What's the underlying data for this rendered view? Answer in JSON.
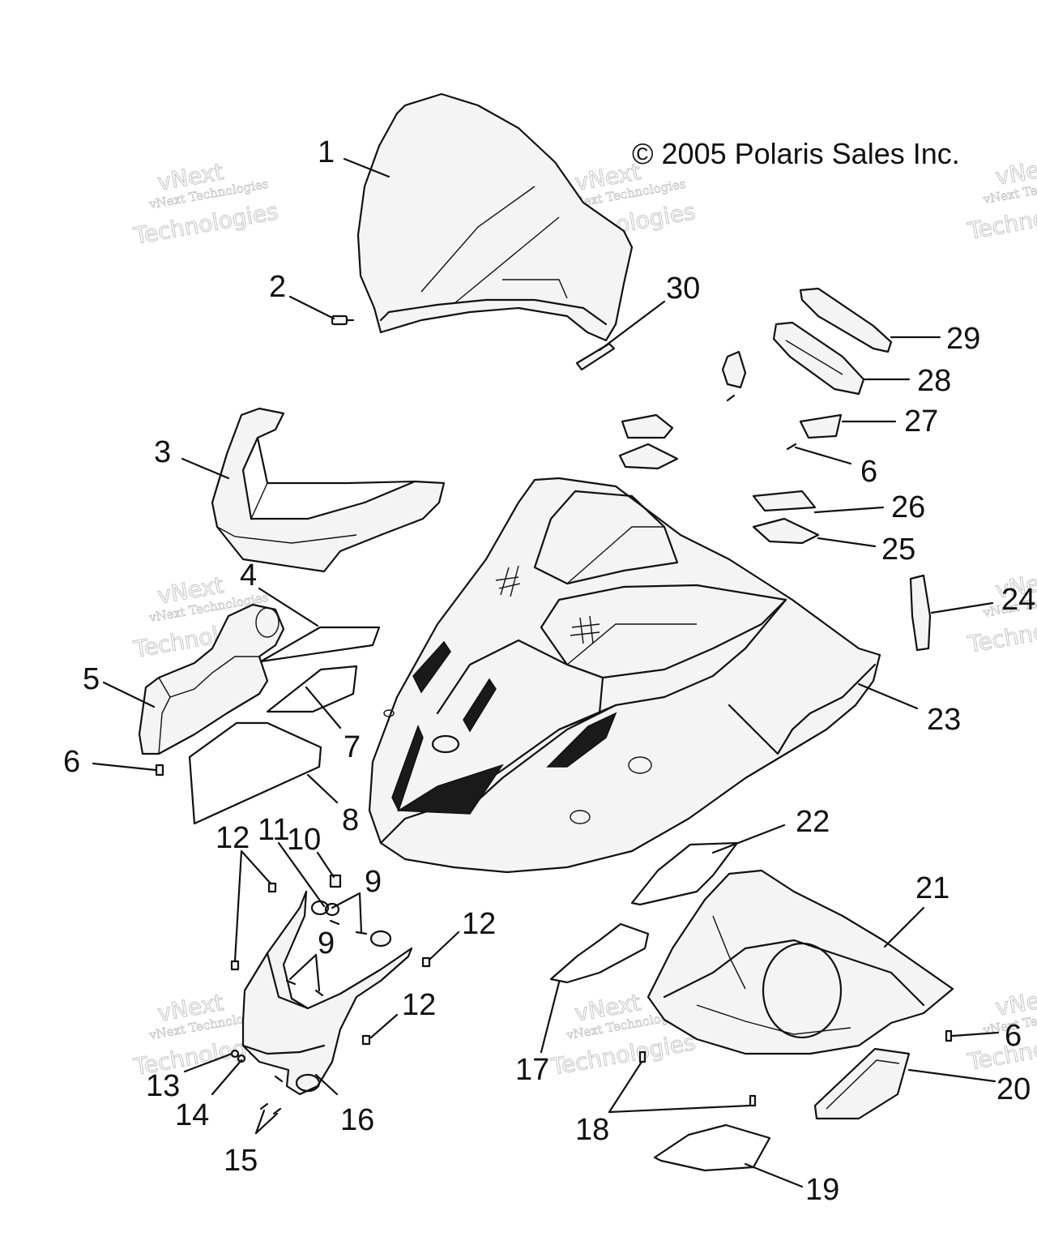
{
  "copyright": "© 2005 Polaris Sales Inc.",
  "watermark": {
    "line1": "vNext Technologies",
    "line2": "Technologies",
    "line3": "vNext"
  },
  "callouts": {
    "c1": "1",
    "c2": "2",
    "c3": "3",
    "c4": "4",
    "c5": "5",
    "c6a": "6",
    "c6b": "6",
    "c6c": "6",
    "c7": "7",
    "c8": "8",
    "c9a": "9",
    "c9b": "9",
    "c10": "10",
    "c11": "11",
    "c12a": "12",
    "c12b": "12",
    "c12c": "12",
    "c13": "13",
    "c14": "14",
    "c15": "15",
    "c16": "16",
    "c17": "17",
    "c18": "18",
    "c19": "19",
    "c20": "20",
    "c21": "21",
    "c22": "22",
    "c23": "23",
    "c24": "24",
    "c25": "25",
    "c26": "26",
    "c27": "27",
    "c28": "28",
    "c29": "29",
    "c30": "30"
  }
}
